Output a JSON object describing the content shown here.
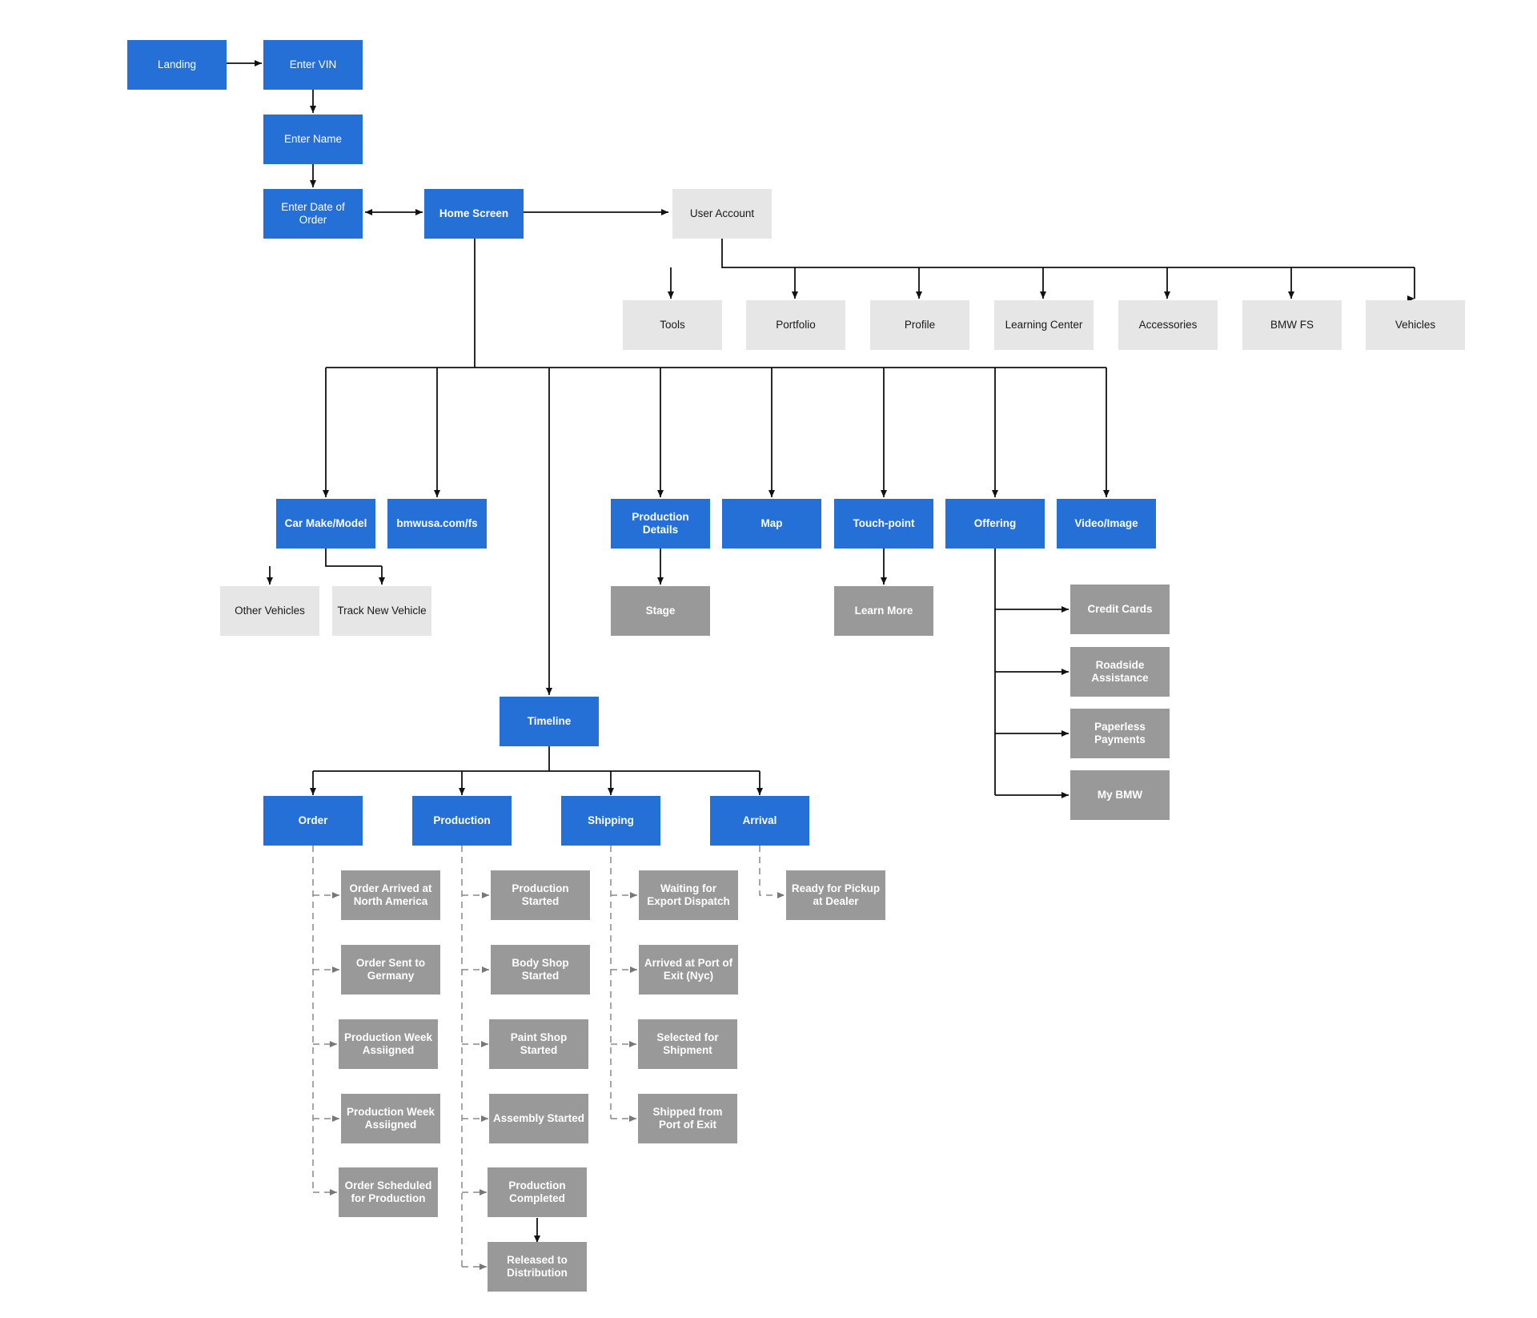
{
  "colors": {
    "primary_blue": "#2470d6",
    "light_gray": "#e6e6e6",
    "dark_gray": "#999999",
    "solid_connector": "#111111",
    "dashed_connector": "#888888"
  },
  "nodes": {
    "landing": "Landing",
    "enter_vin": "Enter VIN",
    "enter_name": "Enter Name",
    "enter_date": "Enter Date of Order",
    "home_screen": "Home Screen",
    "user_account": "User Account",
    "tools": "Tools",
    "portfolio": "Portfolio",
    "profile": "Profile",
    "learning_center": "Learning Center",
    "accessories": "Accessories",
    "bmw_fs": "BMW FS",
    "vehicles": "Vehicles",
    "car_make_model": "Car Make/Model",
    "bmwusa_fs": "bmwusa.com/fs",
    "production_details": "Production Details",
    "map": "Map",
    "touch_point": "Touch-point",
    "offering": "Offering",
    "video_image": "Video/Image",
    "other_vehicles": "Other Vehicles",
    "track_new_vehicle": "Track New Vehicle",
    "stage": "Stage",
    "learn_more": "Learn More",
    "credit_cards": "Credit Cards",
    "roadside_assistance": "Roadside Assistance",
    "paperless_payments": "Paperless Payments",
    "my_bmw": "My BMW",
    "timeline": "Timeline",
    "order": "Order",
    "production": "Production",
    "shipping": "Shipping",
    "arrival": "Arrival",
    "order_arrived_na": "Order Arrived at North America",
    "order_sent_germany": "Order Sent to Germany",
    "production_week_1": "Production Week Assiigned",
    "production_week_2": "Production Week Assiigned",
    "order_scheduled": "Order Scheduled for Production",
    "production_started": "Production Started",
    "body_shop_started": "Body Shop Started",
    "paint_shop_started": "Paint Shop Started",
    "assembly_started": "Assembly Started",
    "production_completed": "Production Completed",
    "released_distribution": "Released to Distribution",
    "waiting_export": "Waiting for Export Dispatch",
    "arrived_port_exit": "Arrived at Port of Exit (Nyc)",
    "selected_shipment": "Selected for Shipment",
    "shipped_port_exit": "Shipped from Port of Exit",
    "ready_pickup": "Ready for Pickup at Dealer"
  }
}
